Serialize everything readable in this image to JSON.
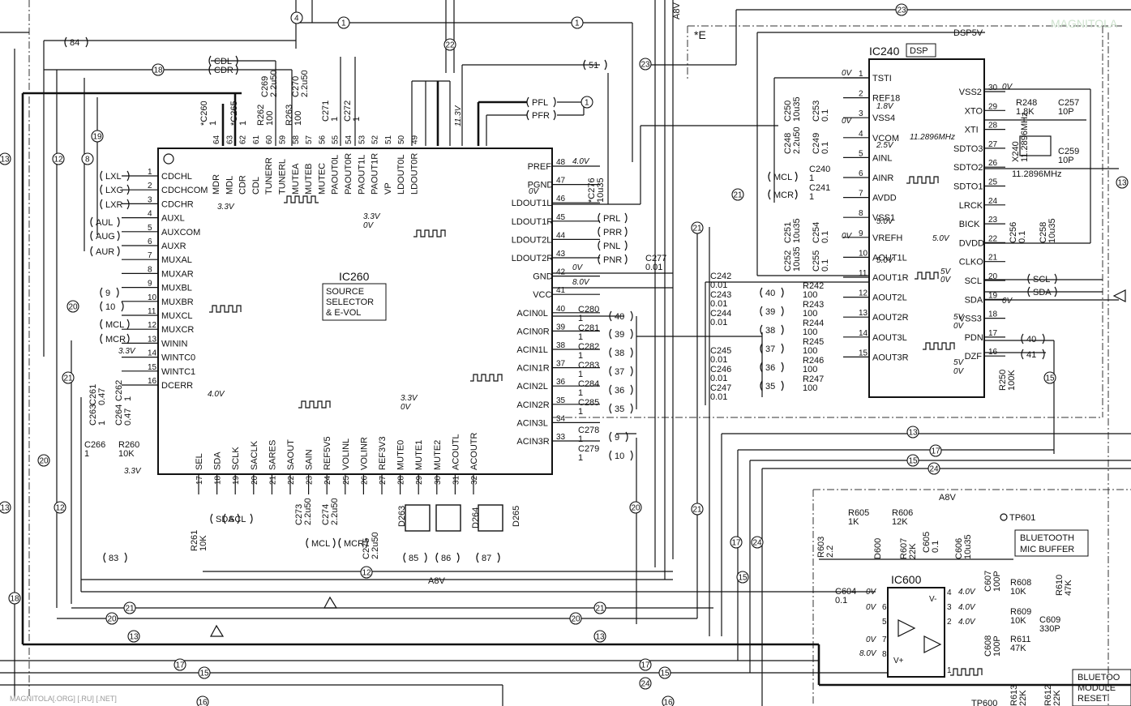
{
  "ic260": {
    "ref": "IC260",
    "function": [
      "SOURCE",
      "SELECTOR",
      "& E-VOL"
    ],
    "left_pins": [
      {
        "num": "1",
        "name": "CDCHL"
      },
      {
        "num": "2",
        "name": "CDCHCOM"
      },
      {
        "num": "3",
        "name": "CDCHR"
      },
      {
        "num": "4",
        "name": "AUXL"
      },
      {
        "num": "5",
        "name": "AUXCOM"
      },
      {
        "num": "6",
        "name": "AUXR"
      },
      {
        "num": "7",
        "name": "MUXAL"
      },
      {
        "num": "8",
        "name": "MUXAR"
      },
      {
        "num": "9",
        "name": "MUXBL"
      },
      {
        "num": "10",
        "name": "MUXBR"
      },
      {
        "num": "11",
        "name": "MUXCL"
      },
      {
        "num": "12",
        "name": "MUXCR"
      },
      {
        "num": "13",
        "name": "WININ"
      },
      {
        "num": "14",
        "name": "WINTC0"
      },
      {
        "num": "15",
        "name": "WINTC1"
      },
      {
        "num": "16",
        "name": "DCERR"
      }
    ],
    "top_pins": [
      {
        "num": "64",
        "name": "MDR"
      },
      {
        "num": "63",
        "name": "MDL"
      },
      {
        "num": "62",
        "name": "CDR"
      },
      {
        "num": "61",
        "name": "CDL"
      },
      {
        "num": "60",
        "name": "TUNERR"
      },
      {
        "num": "59",
        "name": "TUNERL"
      },
      {
        "num": "58",
        "name": "MUTEA"
      },
      {
        "num": "57",
        "name": "MUTEB"
      },
      {
        "num": "56",
        "name": "MUTEC"
      },
      {
        "num": "55",
        "name": "PAOUT0L"
      },
      {
        "num": "54",
        "name": "PAOUT0R"
      },
      {
        "num": "53",
        "name": "PAOUT1L"
      },
      {
        "num": "52",
        "name": "PAOUT1R"
      },
      {
        "num": "51",
        "name": "VP"
      },
      {
        "num": "50",
        "name": "LDOUT0L"
      },
      {
        "num": "49",
        "name": "LDOUT0R"
      }
    ],
    "right_pins": [
      {
        "num": "48",
        "name": "PREF"
      },
      {
        "num": "47",
        "name": "PGND"
      },
      {
        "num": "46",
        "name": "LDOUT1L"
      },
      {
        "num": "45",
        "name": "LDOUT1R"
      },
      {
        "num": "44",
        "name": "LDOUT2L"
      },
      {
        "num": "43",
        "name": "LDOUT2R"
      },
      {
        "num": "42",
        "name": "GND"
      },
      {
        "num": "41",
        "name": "VCC"
      },
      {
        "num": "40",
        "name": "ACIN0L"
      },
      {
        "num": "39",
        "name": "ACIN0R"
      },
      {
        "num": "38",
        "name": "ACIN1L"
      },
      {
        "num": "37",
        "name": "ACIN1R"
      },
      {
        "num": "36",
        "name": "ACIN2L"
      },
      {
        "num": "35",
        "name": "ACIN2R"
      },
      {
        "num": "34",
        "name": "ACIN3L"
      },
      {
        "num": "33",
        "name": "ACIN3R"
      }
    ],
    "bottom_pins": [
      {
        "num": "17",
        "name": "SEL"
      },
      {
        "num": "18",
        "name": "SDA"
      },
      {
        "num": "19",
        "name": "SCLK"
      },
      {
        "num": "20",
        "name": "SACLK"
      },
      {
        "num": "21",
        "name": "SARES"
      },
      {
        "num": "22",
        "name": "SAOUT"
      },
      {
        "num": "23",
        "name": "SAIN"
      },
      {
        "num": "24",
        "name": "REF5V5"
      },
      {
        "num": "25",
        "name": "VOLINL"
      },
      {
        "num": "26",
        "name": "VOLINR"
      },
      {
        "num": "27",
        "name": "REF3V3"
      },
      {
        "num": "28",
        "name": "MUTE0"
      },
      {
        "num": "29",
        "name": "MUTE1"
      },
      {
        "num": "30",
        "name": "MUTE2"
      },
      {
        "num": "31",
        "name": "ACOUTL"
      },
      {
        "num": "32",
        "name": "ACOUTR"
      }
    ]
  },
  "ic240": {
    "ref": "IC240",
    "function": "DSP",
    "left_pins": [
      {
        "num": "1",
        "name": "TSTI"
      },
      {
        "num": "2",
        "name": "REF18"
      },
      {
        "num": "3",
        "name": "VSS4"
      },
      {
        "num": "4",
        "name": "VCOM"
      },
      {
        "num": "5",
        "name": "AINL"
      },
      {
        "num": "6",
        "name": "AINR"
      },
      {
        "num": "7",
        "name": "AVDD"
      },
      {
        "num": "8",
        "name": "VSS1"
      },
      {
        "num": "9",
        "name": "VREFH"
      },
      {
        "num": "10",
        "name": "AOUT1L"
      },
      {
        "num": "11",
        "name": "AOUT1R"
      },
      {
        "num": "12",
        "name": "AOUT2L"
      },
      {
        "num": "13",
        "name": "AOUT2R"
      },
      {
        "num": "14",
        "name": "AOUT3L"
      },
      {
        "num": "15",
        "name": "AOUT3R"
      }
    ],
    "right_pins": [
      {
        "num": "30",
        "name": "VSS2"
      },
      {
        "num": "29",
        "name": "XTO"
      },
      {
        "num": "28",
        "name": "XTI"
      },
      {
        "num": "27",
        "name": "SDTO3"
      },
      {
        "num": "26",
        "name": "SDTO2"
      },
      {
        "num": "25",
        "name": "SDTO1"
      },
      {
        "num": "24",
        "name": "LRCK"
      },
      {
        "num": "23",
        "name": "BICK"
      },
      {
        "num": "22",
        "name": "DVDD"
      },
      {
        "num": "21",
        "name": "CLKO"
      },
      {
        "num": "20",
        "name": "SCL"
      },
      {
        "num": "19",
        "name": "SDA"
      },
      {
        "num": "18",
        "name": "VSS3"
      },
      {
        "num": "17",
        "name": "PDN"
      },
      {
        "num": "16",
        "name": "DZF"
      }
    ]
  },
  "ic600": {
    "ref": "IC600",
    "pins": [
      {
        "num": "4",
        "name": "V-"
      },
      {
        "num": "3",
        "name": ""
      },
      {
        "num": "2",
        "name": ""
      },
      {
        "num": "6",
        "name": ""
      },
      {
        "num": "7",
        "name": ""
      },
      {
        "num": "8",
        "name": "V+"
      },
      {
        "num": "5",
        "name": ""
      },
      {
        "num": "1",
        "name": ""
      }
    ]
  },
  "connectors_left": [
    {
      "label": "LXL"
    },
    {
      "label": "LXG"
    },
    {
      "label": "LXR"
    },
    {
      "label": "AUL"
    },
    {
      "label": "AUG"
    },
    {
      "label": "AUR"
    },
    {
      "label": "9"
    },
    {
      "label": "10"
    },
    {
      "label": "MCL"
    },
    {
      "label": "MCR"
    },
    {
      "label": "CDL"
    },
    {
      "label": "CDR"
    },
    {
      "label": "84"
    }
  ],
  "connectors_right": [
    {
      "label": "PRL"
    },
    {
      "label": "PRR"
    },
    {
      "label": "PNL"
    },
    {
      "label": "PNR"
    },
    {
      "label": "PFL"
    },
    {
      "label": "PFR"
    },
    {
      "label": "51"
    },
    {
      "label": "40"
    },
    {
      "label": "39"
    },
    {
      "label": "38"
    },
    {
      "label": "37"
    },
    {
      "label": "36"
    },
    {
      "label": "35"
    },
    {
      "label": "9"
    },
    {
      "label": "10"
    }
  ],
  "ic240_connectors": [
    {
      "label": "MCL"
    },
    {
      "label": "MCR"
    },
    {
      "label": "40"
    },
    {
      "label": "39"
    },
    {
      "label": "38"
    },
    {
      "label": "37"
    },
    {
      "label": "36"
    },
    {
      "label": "35"
    },
    {
      "label": "SCL"
    },
    {
      "label": "SDA"
    },
    {
      "label": "40"
    },
    {
      "label": "41"
    }
  ],
  "bottom_connectors": [
    {
      "label": "SDA"
    },
    {
      "label": "SCL"
    },
    {
      "label": "MCL"
    },
    {
      "label": "MCR"
    },
    {
      "label": "83"
    },
    {
      "label": "85"
    },
    {
      "label": "86"
    },
    {
      "label": "87"
    }
  ],
  "components_ic260": [
    {
      "ref": "*C260",
      "value": "1"
    },
    {
      "ref": "*C265",
      "value": "1"
    },
    {
      "ref": "R262",
      "value": "100"
    },
    {
      "ref": "C269",
      "value": "2.2u50"
    },
    {
      "ref": "R263",
      "value": "100"
    },
    {
      "ref": "C270",
      "value": "2.2u50"
    },
    {
      "ref": "C271",
      "value": "1"
    },
    {
      "ref": "C272",
      "value": "1"
    },
    {
      "ref": "*C276",
      "value": "10u35"
    },
    {
      "ref": "C277",
      "value": "0.01"
    },
    {
      "ref": "C261",
      "value": "0.47"
    },
    {
      "ref": "C262",
      "value": "1"
    },
    {
      "ref": "C263",
      "value": "1"
    },
    {
      "ref": "C264",
      "value": "0.47"
    },
    {
      "ref": "C266",
      "value": "1"
    },
    {
      "ref": "R260",
      "value": "10K"
    },
    {
      "ref": "R261",
      "value": "10K"
    },
    {
      "ref": "C273",
      "value": "2.2u50"
    },
    {
      "ref": "C274",
      "value": "2.2u50"
    },
    {
      "ref": "C275",
      "value": "2.2u50"
    },
    {
      "ref": "C280",
      "value": "1"
    },
    {
      "ref": "C281",
      "value": "1"
    },
    {
      "ref": "C282",
      "value": "1"
    },
    {
      "ref": "C283",
      "value": "1"
    },
    {
      "ref": "C284",
      "value": "1"
    },
    {
      "ref": "C285",
      "value": "1"
    },
    {
      "ref": "C278",
      "value": "1"
    },
    {
      "ref": "C279",
      "value": "1"
    }
  ],
  "components_ic240": [
    {
      "ref": "C250",
      "value": "10u35"
    },
    {
      "ref": "C253",
      "value": "0.1"
    },
    {
      "ref": "C248",
      "value": "2.2u50"
    },
    {
      "ref": "C249",
      "value": "0.1"
    },
    {
      "ref": "C240",
      "value": "1"
    },
    {
      "ref": "C241",
      "value": "1"
    },
    {
      "ref": "C251",
      "value": "10u35"
    },
    {
      "ref": "C254",
      "value": "0.1"
    },
    {
      "ref": "C252",
      "value": "10u35"
    },
    {
      "ref": "C255",
      "value": "0.1"
    },
    {
      "ref": "C242",
      "value": "0.01"
    },
    {
      "ref": "C243",
      "value": "0.01"
    },
    {
      "ref": "C244",
      "value": "0.01"
    },
    {
      "ref": "C245",
      "value": "0.01"
    },
    {
      "ref": "C246",
      "value": "0.01"
    },
    {
      "ref": "C247",
      "value": "0.01"
    },
    {
      "ref": "R242",
      "value": "100"
    },
    {
      "ref": "R243",
      "value": "100"
    },
    {
      "ref": "R244",
      "value": "100"
    },
    {
      "ref": "R245",
      "value": "100"
    },
    {
      "ref": "R246",
      "value": "100"
    },
    {
      "ref": "R247",
      "value": "100"
    },
    {
      "ref": "R248",
      "value": "1.8K"
    },
    {
      "ref": "C257",
      "value": "10P"
    },
    {
      "ref": "C259",
      "value": "10P"
    },
    {
      "ref": "X240",
      "value": "11.2896MHz"
    },
    {
      "ref": "C256",
      "value": "0.1"
    },
    {
      "ref": "C258",
      "value": "10u35"
    },
    {
      "ref": "R250",
      "value": "100K"
    }
  ],
  "components_bt": [
    {
      "ref": "R605",
      "value": "1K"
    },
    {
      "ref": "R606",
      "value": "12K"
    },
    {
      "ref": "R603",
      "value": "2.2"
    },
    {
      "ref": "D600",
      "value": ""
    },
    {
      "ref": "R607",
      "value": "22K"
    },
    {
      "ref": "C605",
      "value": "0.1"
    },
    {
      "ref": "C606",
      "value": "10u35"
    },
    {
      "ref": "C604",
      "value": "0.1"
    },
    {
      "ref": "C607",
      "value": "100P"
    },
    {
      "ref": "R608",
      "value": "10K"
    },
    {
      "ref": "R610",
      "value": "47K"
    },
    {
      "ref": "R609",
      "value": "10K"
    },
    {
      "ref": "C609",
      "value": "330P"
    },
    {
      "ref": "C608",
      "value": "100P"
    },
    {
      "ref": "R611",
      "value": "47K"
    },
    {
      "ref": "R613",
      "value": "22K"
    },
    {
      "ref": "R612",
      "value": "22K"
    }
  ],
  "diodes": [
    "D263",
    "D264",
    "D265"
  ],
  "voltages": {
    "v33": "3.3V",
    "v40": "4.0V",
    "v0": "0V",
    "v80": "8.0V",
    "v113": "11.3V",
    "v18": "1.8V",
    "v25": "2.5V",
    "v50": "5.0V",
    "v5": "5V"
  },
  "nets": {
    "a8v": "A8V",
    "dsp5v": "DSP5V",
    "tp601": "TP601",
    "tp600": "TP600",
    "freq": "11.2896MHz"
  },
  "blocks": {
    "bt_mic": [
      "BLUETOOTH",
      "MIC BUFFER"
    ],
    "bt_reset": [
      "BLUETOO",
      "MODULE",
      "RESET"
    ],
    "section_mark": "*E"
  },
  "circled_refs": [
    "1",
    "4",
    "22",
    "23",
    "18",
    "19",
    "8",
    "12",
    "13",
    "20",
    "21",
    "15",
    "16",
    "17",
    "24"
  ],
  "watermark": {
    "bottom_left": "MAGNITOLA[.ORG] [.RU] [.NET]",
    "top_right": "MAGNITOLA"
  },
  "colors": {
    "ink": "#111111",
    "paper": "#ffffff"
  }
}
